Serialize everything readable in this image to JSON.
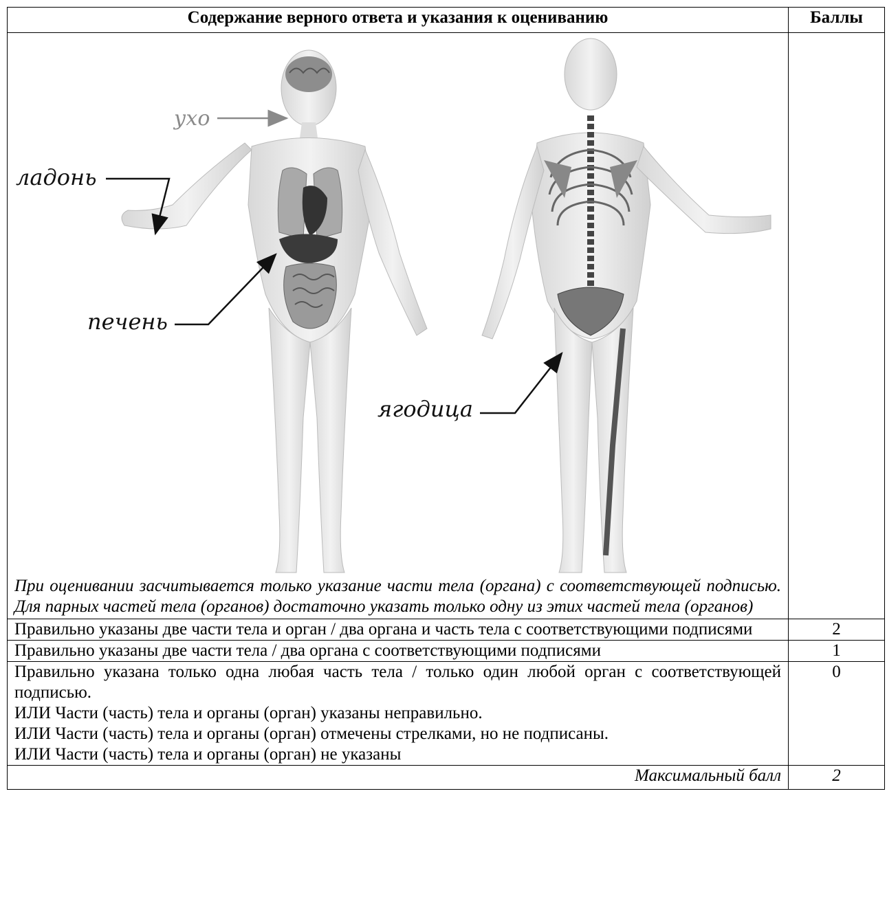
{
  "header": {
    "content_label": "Содержание верного ответа и указания к оцениванию",
    "score_label": "Баллы"
  },
  "figure": {
    "labels": {
      "ear": "ухо",
      "palm": "ладонь",
      "liver": "печень",
      "buttock": "ягодица"
    }
  },
  "note": "При оценивании засчитывается только указание части тела (органа) с соответствующей подписью. Для парных частей тела (органов) достаточно указать только одну из этих частей тела (органов)",
  "criteria": [
    {
      "lines": [
        "Правильно указаны две части тела и орган / два органа и часть тела с соответствующими подписями"
      ],
      "score": "2"
    },
    {
      "lines": [
        "Правильно указаны две части тела / два органа с соответствующими подписями"
      ],
      "score": "1"
    },
    {
      "lines": [
        "Правильно указана только одна любая часть тела / только один любой орган с соответствующей подписью.",
        "ИЛИ Части (часть) тела и органы (орган) указаны неправильно.",
        "ИЛИ Части (часть) тела и органы (орган) отмечены стрелками, но не подписаны.",
        "ИЛИ Части (часть) тела и органы (орган) не указаны"
      ],
      "score": "0"
    }
  ],
  "max": {
    "label": "Максимальный балл",
    "score": "2"
  }
}
